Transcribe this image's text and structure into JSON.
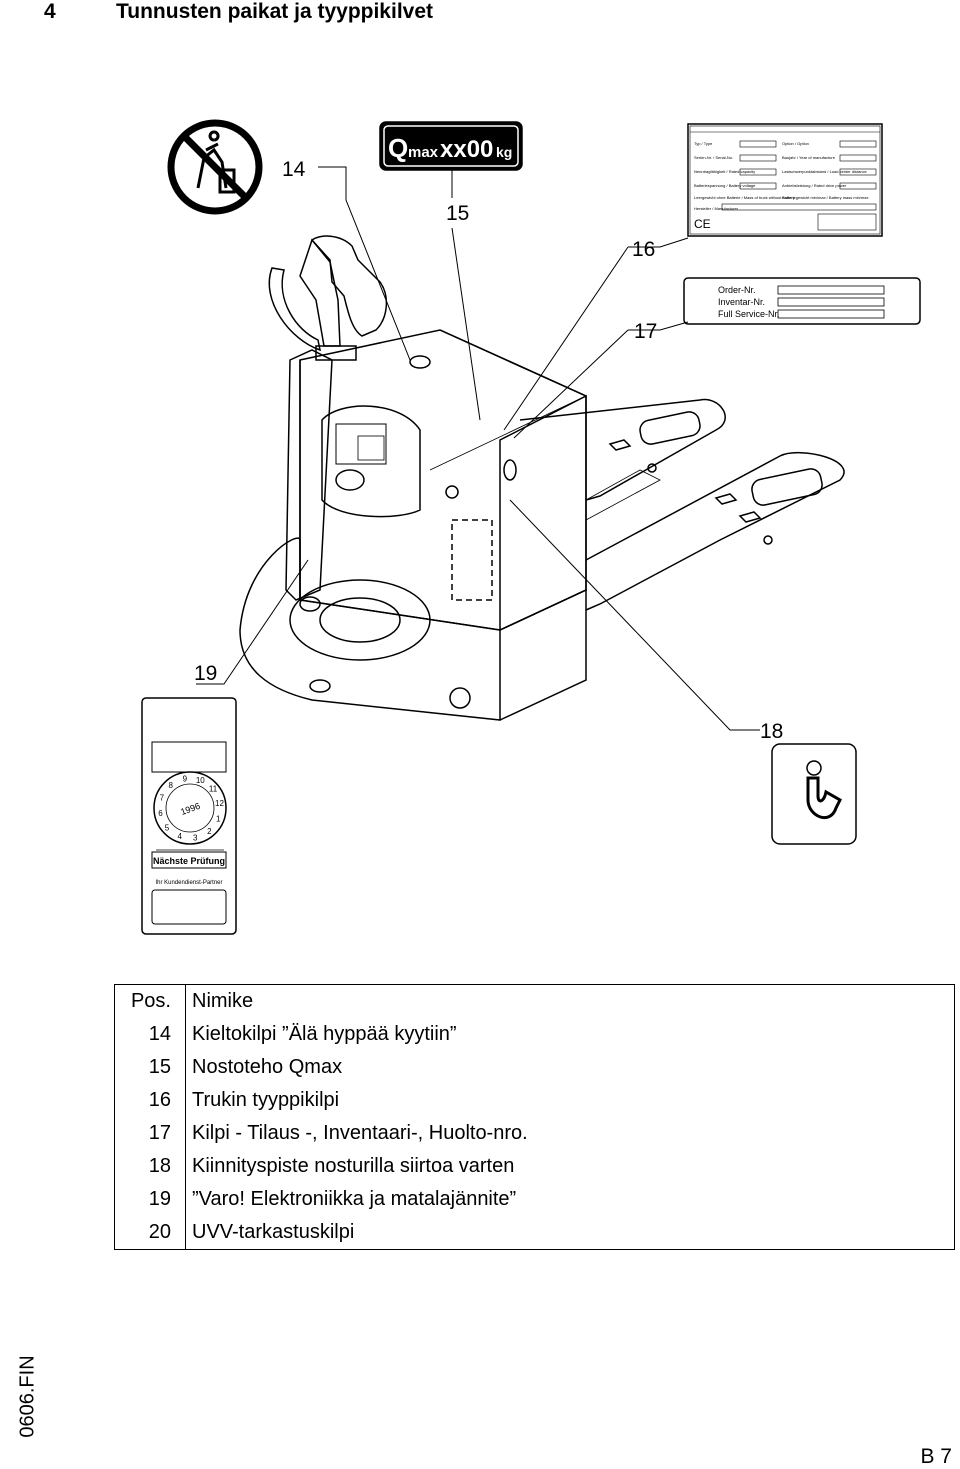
{
  "header": {
    "number": "4",
    "title": "Tunnusten paikat ja tyyppikilvet"
  },
  "figure": {
    "callouts": [
      "14",
      "15",
      "16",
      "17",
      "18",
      "19"
    ],
    "capacity_sign": {
      "q": "Q",
      "max": "max",
      "value": "xx00",
      "unit": "kg"
    },
    "type_plate": {
      "left": [
        "Typ / Type",
        "Serien-Nr. / Serial-No.",
        "Nenntragfähigkeit / Rated capacity",
        "Batteriespannung / Battery voltage",
        "Leergewicht ohne Batterie / Mass of truck without battery"
      ],
      "right": [
        "Option / Option",
        "Baujahr / Year of manufacture",
        "Lastschwerpunktabstand / Load center distance",
        "Antriebsleistung / Rated drive power",
        "Batteriegewicht min/max / Battery mass min/max"
      ],
      "maker": "Hersteller / Manufacturer",
      "ce": "CE"
    },
    "order_plate": [
      "Order-Nr.",
      "Inventar-Nr.",
      "Full Service-Nr."
    ],
    "inspection": {
      "year": "1996",
      "next_check": "Nächste Prüfung",
      "partner": "Ihr Kundendienst-Partner",
      "months": [
        "10",
        "11",
        "12",
        "1",
        "2",
        "3",
        "4",
        "5",
        "6",
        "7",
        "8",
        "9"
      ]
    }
  },
  "table": {
    "header": {
      "pos": "Pos.",
      "name": "Nimike"
    },
    "rows": [
      {
        "pos": "14",
        "name": "Kieltokilpi ”Älä hyppää kyytiin”"
      },
      {
        "pos": "15",
        "name": "Nostoteho Qmax"
      },
      {
        "pos": "16",
        "name": "Trukin tyyppikilpi"
      },
      {
        "pos": "17",
        "name": "Kilpi - Tilaus -, Inventaari-, Huolto-nro."
      },
      {
        "pos": "18",
        "name": "Kiinnityspiste nosturilla siirtoa varten"
      },
      {
        "pos": "19",
        "name": "”Varo! Elektroniikka ja matalajännite”"
      },
      {
        "pos": "20",
        "name": "UVV-tarkastuskilpi"
      }
    ]
  },
  "footer": {
    "code": "0606.FIN",
    "page": "B 7"
  }
}
